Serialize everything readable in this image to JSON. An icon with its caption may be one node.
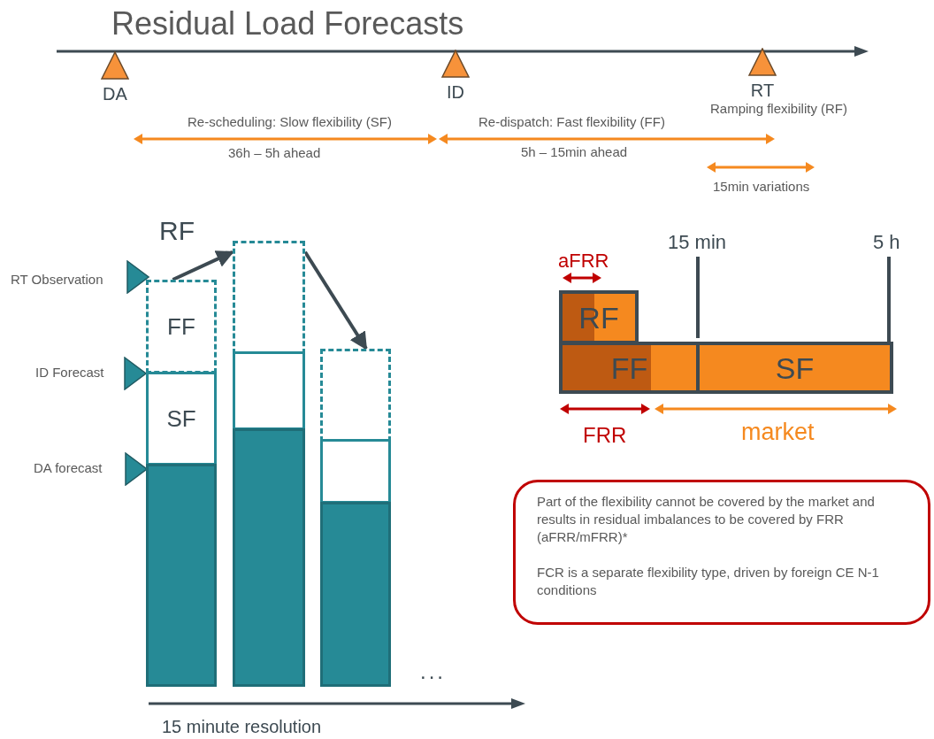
{
  "diagram": {
    "title": "Residual Load Forecasts",
    "nodes": [
      {
        "text": [
          "DA"
        ]
      },
      {
        "text": [
          "ID"
        ]
      },
      {
        "text": [
          "RT"
        ]
      },
      {
        "text": [
          "FF"
        ]
      },
      {
        "text": [
          "SF"
        ]
      },
      {
        "text": [],
        "shape": "bar"
      },
      {
        "text": [],
        "shape": "box"
      },
      {
        "text": [],
        "shape": "box"
      },
      {
        "text": [],
        "shape": "bar"
      },
      {
        "text": [],
        "shape": "box"
      },
      {
        "text": [],
        "shape": "box"
      },
      {
        "text": [],
        "shape": "bar"
      },
      {
        "text": [
          "RF"
        ]
      },
      {
        "text": [
          "FF"
        ]
      },
      {
        "text": [
          "SF"
        ]
      },
      {
        "text": [
          "Part of the flexibility cannot be covered by the market and results in residual imbalances to be covered by FRR (aFRR/mFRR)*",
          "FCR is a separate flexibility type, driven by foreign CE N-1 conditions"
        ]
      }
    ],
    "edges": [
      {
        "from": 3,
        "to": 6,
        "arrow": "to",
        "label": "RF"
      },
      {
        "from": 6,
        "to": 9,
        "arrow": "to"
      }
    ],
    "labels": [
      "Re-scheduling: Slow flexibility (SF)",
      "Re-dispatch: Fast flexibility (FF)",
      "Ramping flexibility (RF)",
      "36h – 5h ahead",
      "5h – 15min ahead",
      "15min variations",
      "15 min",
      "5 h",
      "aFRR",
      "RT Observation",
      "ID Forecast",
      "DA forecast",
      "FRR",
      "market",
      "...",
      "15 minute resolution"
    ]
  }
}
